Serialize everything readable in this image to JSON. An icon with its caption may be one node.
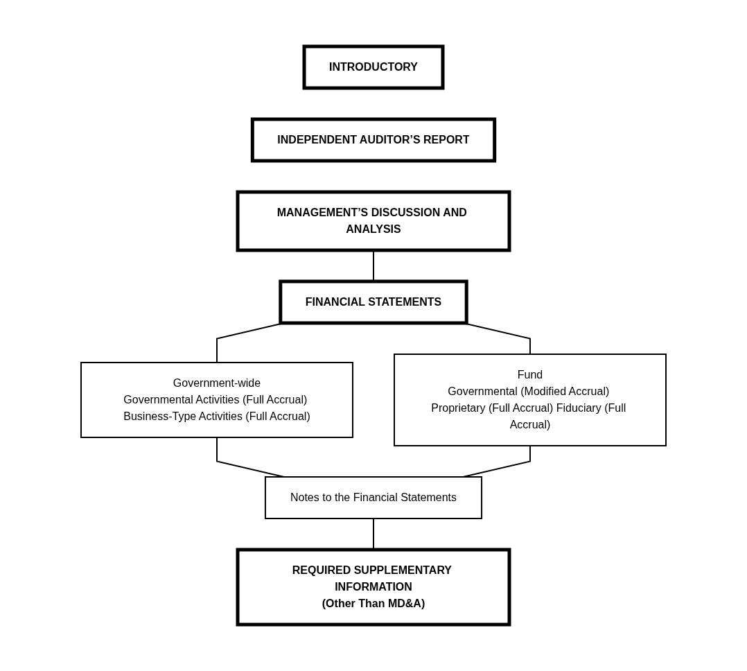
{
  "diagram": {
    "nodes": [
      {
        "text": [
          "INTRODUCTORY"
        ]
      },
      {
        "text": [
          "INDEPENDENT AUDITOR’S REPORT"
        ]
      },
      {
        "text": [
          "MANAGEMENT’S DISCUSSION AND ANALYSIS"
        ]
      },
      {
        "text": [
          "FINANCIAL STATEMENTS"
        ]
      },
      {
        "text": [
          "Government-wide",
          "Governmental Activities (Full Accrual) Business-Type Activities (Full Accrual)"
        ]
      },
      {
        "text": [
          "Fund",
          "Governmental (Modified Accrual) Proprietary (Full Accrual) Fiduciary (Full Accrual)"
        ]
      },
      {
        "text": [
          "Notes to the Financial Statements"
        ]
      },
      {
        "text": [
          "REQUIRED SUPPLEMENTARY INFORMATION",
          "(Other Than MD&A)"
        ]
      }
    ],
    "edges": [
      {
        "from": 2,
        "to": 3,
        "arrow": "none"
      },
      {
        "from": 3,
        "to": 4,
        "arrow": "none"
      },
      {
        "from": 3,
        "to": 5,
        "arrow": "none"
      },
      {
        "from": 4,
        "to": 6,
        "arrow": "none"
      },
      {
        "from": 5,
        "to": 6,
        "arrow": "none"
      },
      {
        "from": 6,
        "to": 7,
        "arrow": "none"
      }
    ]
  }
}
